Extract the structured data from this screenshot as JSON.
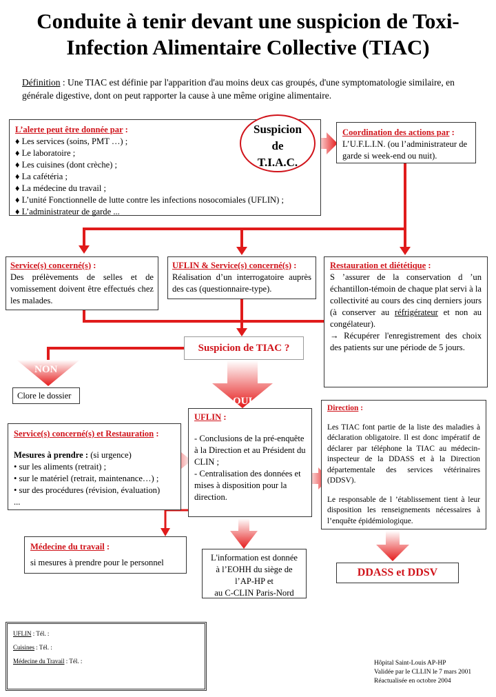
{
  "title": "Conduite à tenir devant une suspicion de Toxi-Infection Alimentaire Collective (TIAC)",
  "definition": {
    "label": "Définition",
    "text": " : Une TIAC est définie par l'apparition d'au moins deux cas groupés, d'une symptomatologie similaire, en générale digestive, dont on peut rapporter la cause à une même origine alimentaire."
  },
  "alerte": {
    "heading": "L’alerte peut être donnée par",
    "items": [
      "Les services (soins, PMT …) ;",
      "Le laboratoire ;",
      "Les cuisines (dont crèche) ;",
      "La cafétéria ;",
      "La médecine du travail ;",
      "L’unité Fonctionnelle de lutte contre les infections nosocomiales (UFLIN) ;",
      "L’administrateur de garde ..."
    ]
  },
  "suspicion_oval": {
    "l1": "Suspicion",
    "l2": "de",
    "l3": "T.I.A.C."
  },
  "coordination": {
    "heading": "Coordination des actions par",
    "text": "L’U.F.L.I.N. (ou l’administrateur de garde si week-end ou nuit)."
  },
  "service_concerne": {
    "heading": "Service(s) concerné(s)",
    "text": "Des prélèvements de selles et de vomissement doivent être effectués chez les malades."
  },
  "uflin_service": {
    "heading": "UFLIN & Service(s) concerné(s)",
    "text": "Réalisation d’un interrogatoire auprès des cas (questionnaire-type)."
  },
  "restauration": {
    "heading": "Restauration et diététique",
    "text1": "S ’assurer de la conservation d ’un échantillon-témoin de chaque plat servi à la collectivité au cours des cinq derniers jours (à conserver au ",
    "text1_u": "réfrigérateur",
    "text1_end": " et non au congélateur).",
    "text2": "Récupérer l'enregistrement des choix des patients sur une période de 5 jours."
  },
  "question": "Suspicion de TIAC ?",
  "non": "NON",
  "oui": "OUI",
  "clore": "Clore le dossier",
  "uflin_box": {
    "heading": "UFLIN",
    "text1": "- Conclusions de la pré-enquête à la Direction et au Président du CLIN ;",
    "text2": "- Centralisation des données et mises à disposition pour la direction."
  },
  "direction": {
    "heading": "Direction",
    "text1": "Les TIAC font partie de la liste des maladies à déclaration obligatoire. Il est donc impératif de déclarer par téléphone la TIAC au médecin-inspecteur de la DDASS et à la Direction départementale des services vétérinaires (DDSV).",
    "text2": "Le responsable de l ’établissement tient à leur disposition les renseignements nécessaires à l’enquête épidémiologique."
  },
  "service_restauration": {
    "heading": "Service(s) concerné(s) et Restauration",
    "mesures": "Mesures à prendre :",
    "urgence": " (si urgence)",
    "items": [
      "• sur les aliments (retrait) ;",
      "• sur le matériel (retrait, maintenance…) ;",
      "• sur des procédures (révision, évaluation)",
      "..."
    ]
  },
  "medecine": {
    "heading": "Médecine du travail",
    "text": "si mesures à prendre pour le personnel"
  },
  "information": {
    "l1": "L'information est donnée",
    "l2": "à l’EOHH du siège de",
    "l3": "l’AP-HP et",
    "l4": "au C-CLIN Paris-Nord"
  },
  "ddass": "DDASS et DDSV",
  "contacts": [
    {
      "label": "UFLIN",
      "rest": " : Tél. :"
    },
    {
      "label": "Cuisines",
      "rest": " : Tél. :"
    },
    {
      "label": "Médecine du Travail",
      "rest": " : Tél. :"
    }
  ],
  "footer": {
    "l1": "Hôpital Saint-Louis AP-HP",
    "l2": "Validée par le CLLIN le 7 mars 2001",
    "l3": "Réactualisée en octobre 2004"
  },
  "colors": {
    "accent": "#d0131a",
    "arrow_light": "#f4a4a4"
  }
}
